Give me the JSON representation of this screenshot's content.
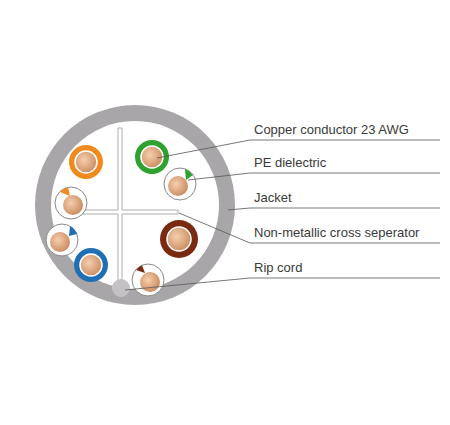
{
  "diagram": {
    "labels": [
      "Copper conductor 23 AWG",
      "PE dielectric",
      "Jacket",
      "Non-metallic cross seperator",
      "Rip cord"
    ]
  }
}
